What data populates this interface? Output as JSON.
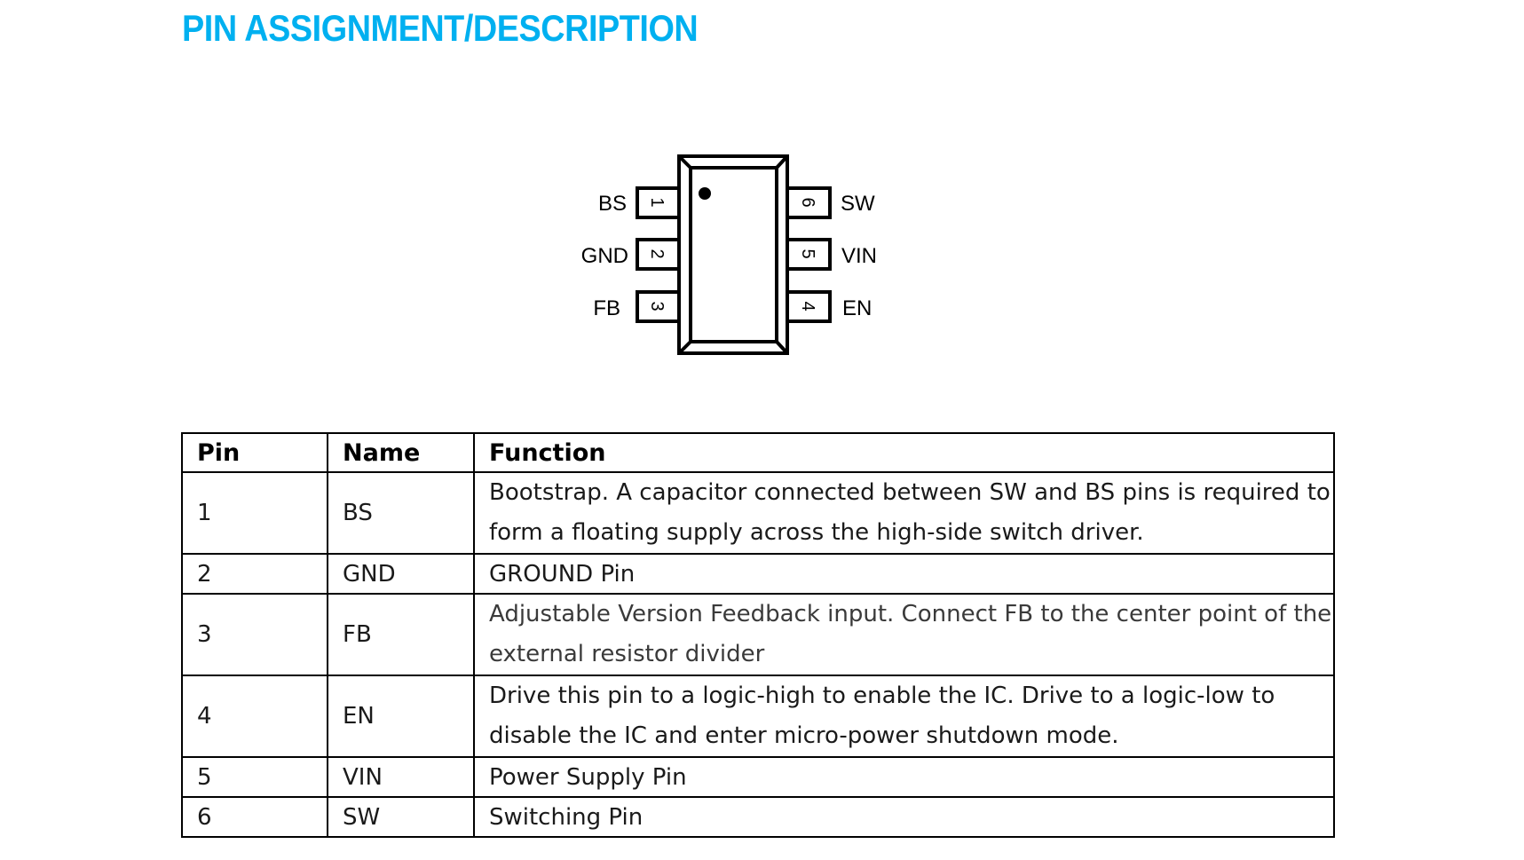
{
  "title": "PIN ASSIGNMENT/DESCRIPTION",
  "colors": {
    "title": "#00B0F0",
    "text": "#000000",
    "border": "#000000"
  },
  "diagram": {
    "package": "6-pin IC (top view)",
    "pin1_marker": "dot",
    "left_pins": [
      {
        "number": "1",
        "name": "BS"
      },
      {
        "number": "2",
        "name": "GND"
      },
      {
        "number": "3",
        "name": "FB"
      }
    ],
    "right_pins": [
      {
        "number": "6",
        "name": "SW"
      },
      {
        "number": "5",
        "name": "VIN"
      },
      {
        "number": "4",
        "name": "EN"
      }
    ]
  },
  "table": {
    "headers": [
      "Pin",
      "Name",
      "Function"
    ],
    "rows": [
      {
        "pin": "1",
        "name": "BS",
        "function": "Bootstrap. A capacitor connected between SW and BS pins is required to form a floating supply across the high-side switch driver."
      },
      {
        "pin": "2",
        "name": "GND",
        "function": "GROUND Pin"
      },
      {
        "pin": "3",
        "name": "FB",
        "function": "Adjustable Version Feedback input. Connect FB to the center point of the external resistor divider"
      },
      {
        "pin": "4",
        "name": "EN",
        "function": "Drive this pin to a logic-high to enable the IC. Drive to a logic-low to disable the IC and enter micro-power shutdown mode."
      },
      {
        "pin": "5",
        "name": "VIN",
        "function": "Power Supply Pin"
      },
      {
        "pin": "6",
        "name": "SW",
        "function": "Switching Pin"
      }
    ]
  }
}
